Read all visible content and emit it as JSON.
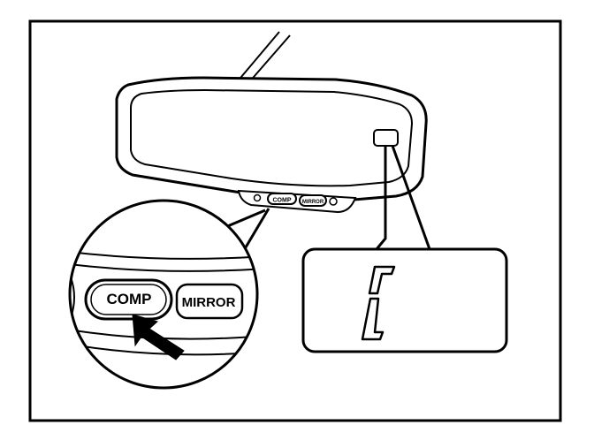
{
  "mirror": {
    "small_buttons": [
      "COMP",
      "MIRROR"
    ]
  },
  "inset": {
    "comp_label": "COMP",
    "mirror_label": "MIRROR"
  },
  "display": {
    "readout": "C"
  }
}
